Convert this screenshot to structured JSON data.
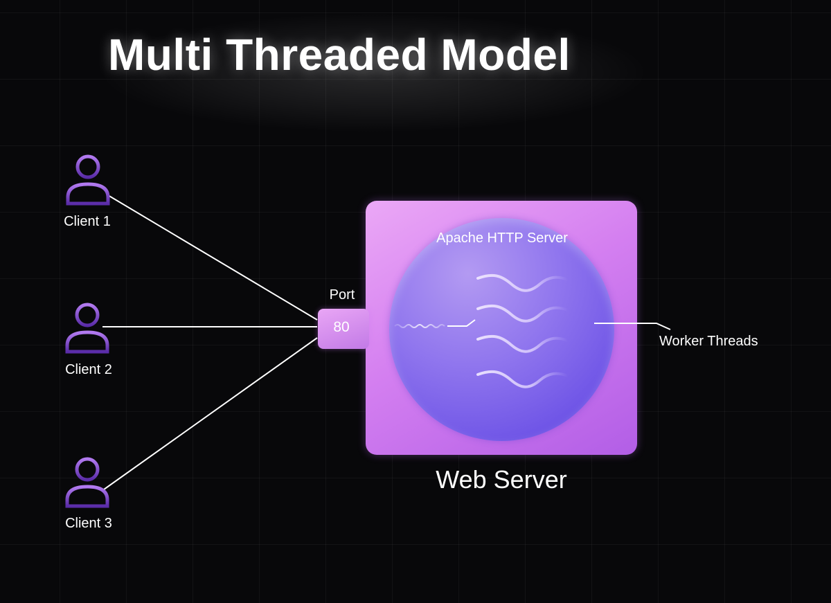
{
  "title": "Multi Threaded Model",
  "clients": [
    {
      "label": "Client 1"
    },
    {
      "label": "Client 2"
    },
    {
      "label": "Client 3"
    }
  ],
  "port": {
    "label": "Port",
    "number": "80"
  },
  "server": {
    "inner_label": "Apache HTTP Server",
    "outer_label": "Web Server"
  },
  "worker_threads_label": "Worker Threads",
  "colors": {
    "background": "#08080a",
    "client_icon": "#a068e8",
    "server_box": "#d47ff0",
    "apache_circle": "#8a6ff0",
    "port_box": "#d890f0",
    "lines": "#ffffff"
  }
}
